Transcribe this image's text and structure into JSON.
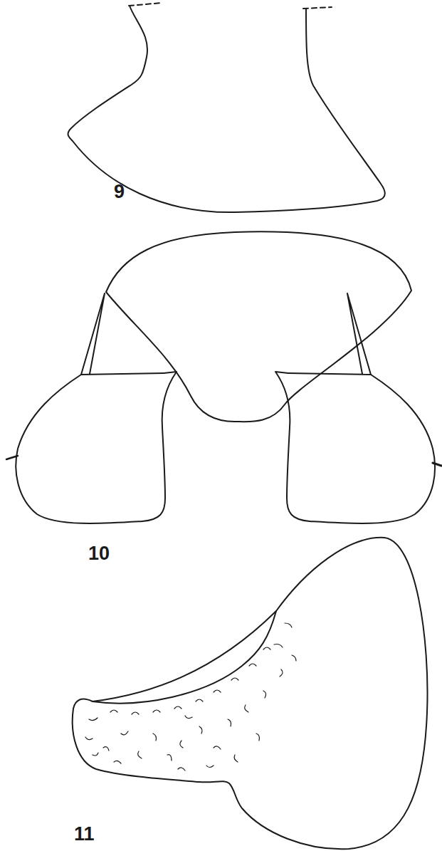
{
  "diagram": {
    "labels": [
      "9",
      "10",
      "11"
    ]
  }
}
